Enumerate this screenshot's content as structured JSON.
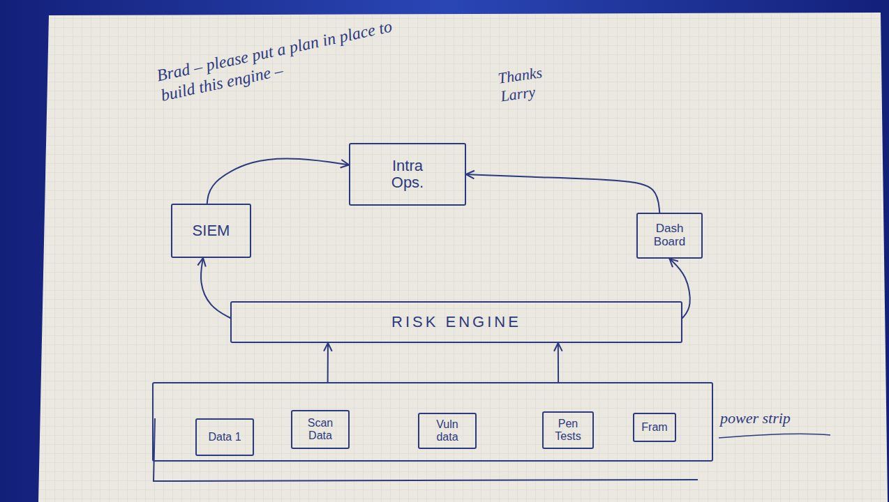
{
  "diagram": {
    "nodes": [
      {
        "text": [
          "Intra Ops."
        ]
      },
      {
        "text": [
          "SIEM"
        ]
      },
      {
        "text": [
          "Dash Board"
        ]
      },
      {
        "text": [
          "RISK ENGINE"
        ]
      },
      {
        "text": [
          "power strip"
        ]
      },
      {
        "text": [
          "Data 1"
        ],
        "in": 4
      },
      {
        "text": [
          "Scan Data"
        ],
        "in": 4
      },
      {
        "text": [
          "Vuln data"
        ],
        "in": 4
      },
      {
        "text": [
          "Pen Tests"
        ],
        "in": 4
      },
      {
        "text": [
          "Fram"
        ],
        "in": 4
      }
    ],
    "edges": [
      {
        "from": 1,
        "to": 0,
        "arrow": "to"
      },
      {
        "from": 2,
        "to": 0,
        "arrow": "to"
      },
      {
        "from": 3,
        "to": 1,
        "arrow": "to"
      },
      {
        "from": 3,
        "to": 2,
        "arrow": "to"
      },
      {
        "from": 4,
        "to": 3,
        "arrow": "to"
      },
      {
        "from": 4,
        "to": 3,
        "arrow": "to"
      }
    ],
    "labels": [
      "Brad – please put a plan in place to build this engine –",
      "Thanks Larry"
    ]
  }
}
